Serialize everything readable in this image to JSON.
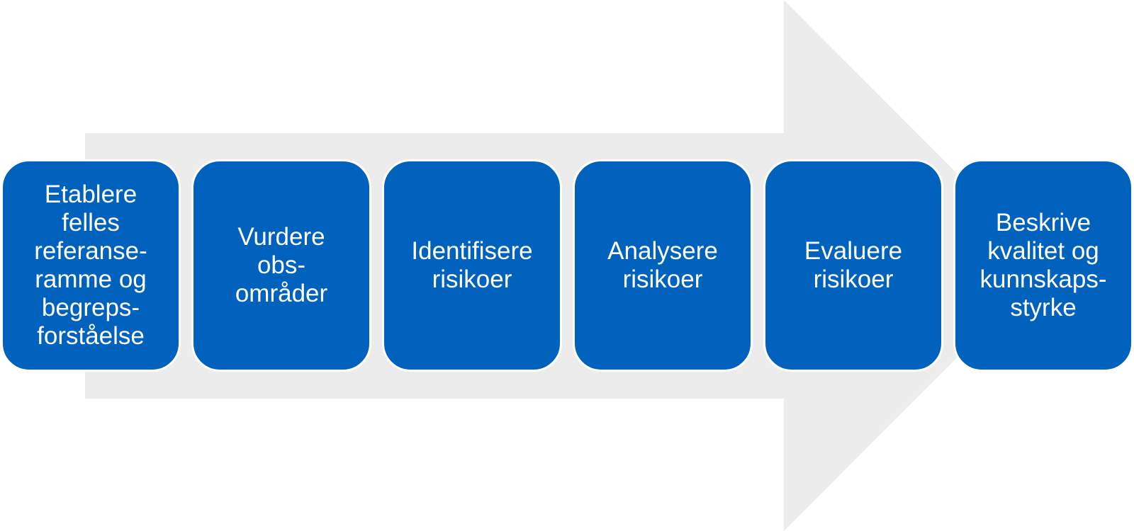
{
  "colors": {
    "arrow": "#ececec",
    "step_fill": "#0062bd",
    "step_text": "#ffffff",
    "step_border": "#ffffff"
  },
  "arrow_icon": "right-block-arrow",
  "steps": [
    {
      "label": "Etablere\nfelles\nreferanse-\nramme og\nbegreps-\nforståelse"
    },
    {
      "label": "Vurdere\nobs-\nområder"
    },
    {
      "label": "Identifisere\nrisikoer"
    },
    {
      "label": "Analysere\nrisikoer"
    },
    {
      "label": "Evaluere\nrisikoer"
    },
    {
      "label": "Beskrive\nkvalitet og\nkunnskaps-\nstyrke"
    }
  ]
}
